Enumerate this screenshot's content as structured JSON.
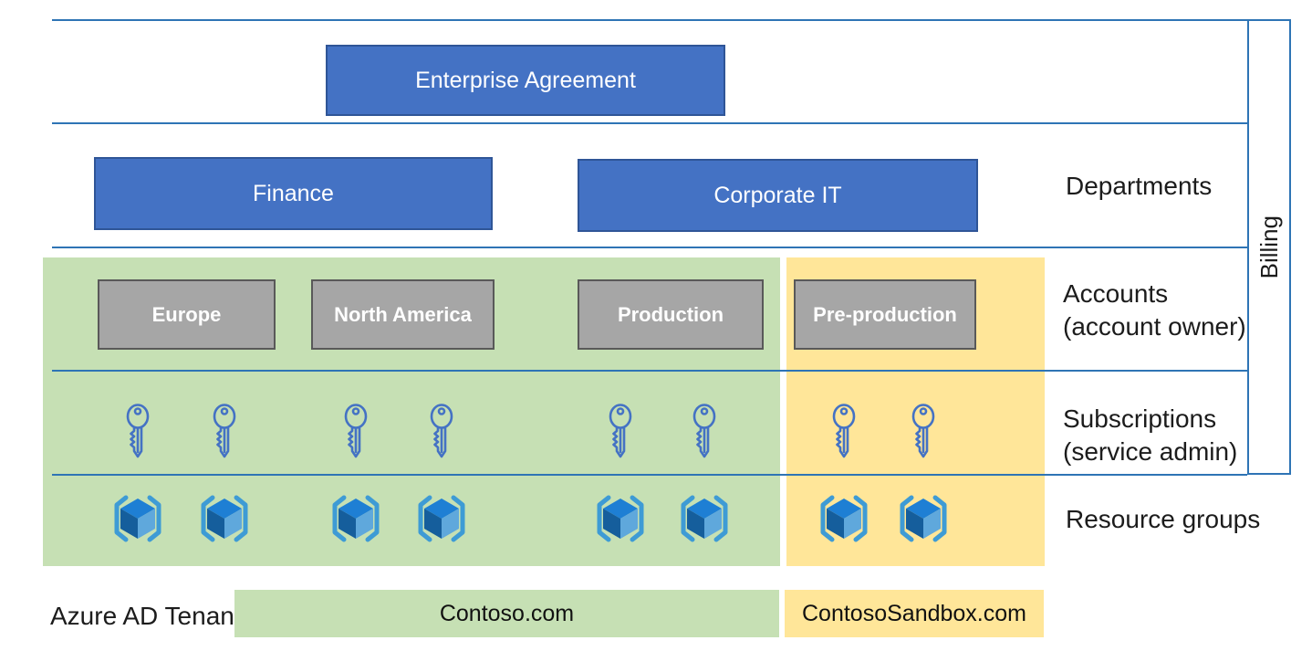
{
  "diagram": {
    "enterprise_agreement": "Enterprise Agreement",
    "billing_label": "Billing",
    "rows": {
      "departments": {
        "label": "Departments",
        "boxes": [
          "Finance",
          "Corporate IT"
        ]
      },
      "accounts": {
        "label": "Accounts",
        "sublabel": "(account owner)",
        "boxes": [
          "Europe",
          "North America",
          "Production",
          "Pre-production"
        ]
      },
      "subscriptions": {
        "label": "Subscriptions",
        "sublabel": "(service admin)",
        "contoso_key_count": 6,
        "sandbox_key_count": 2
      },
      "resource_groups": {
        "label": "Resource groups",
        "contoso_cube_count": 6,
        "sandbox_cube_count": 2
      },
      "tenants": {
        "label": "Azure AD Tenants",
        "boxes": [
          "Contoso.com",
          "ContosoSandbox.com"
        ]
      }
    },
    "icons": {
      "subscription": "key-icon",
      "resource_group": "resource-group-cube-icon"
    },
    "colors": {
      "box_blue": "#4472C4",
      "box_blue_border": "#2F5597",
      "box_gray": "#A6A6A6",
      "box_gray_border": "#595959",
      "tenant_green": "#C6E0B4",
      "tenant_yellow": "#FFE699",
      "line_blue": "#2E74B5",
      "key_blue": "#4472C4"
    }
  }
}
